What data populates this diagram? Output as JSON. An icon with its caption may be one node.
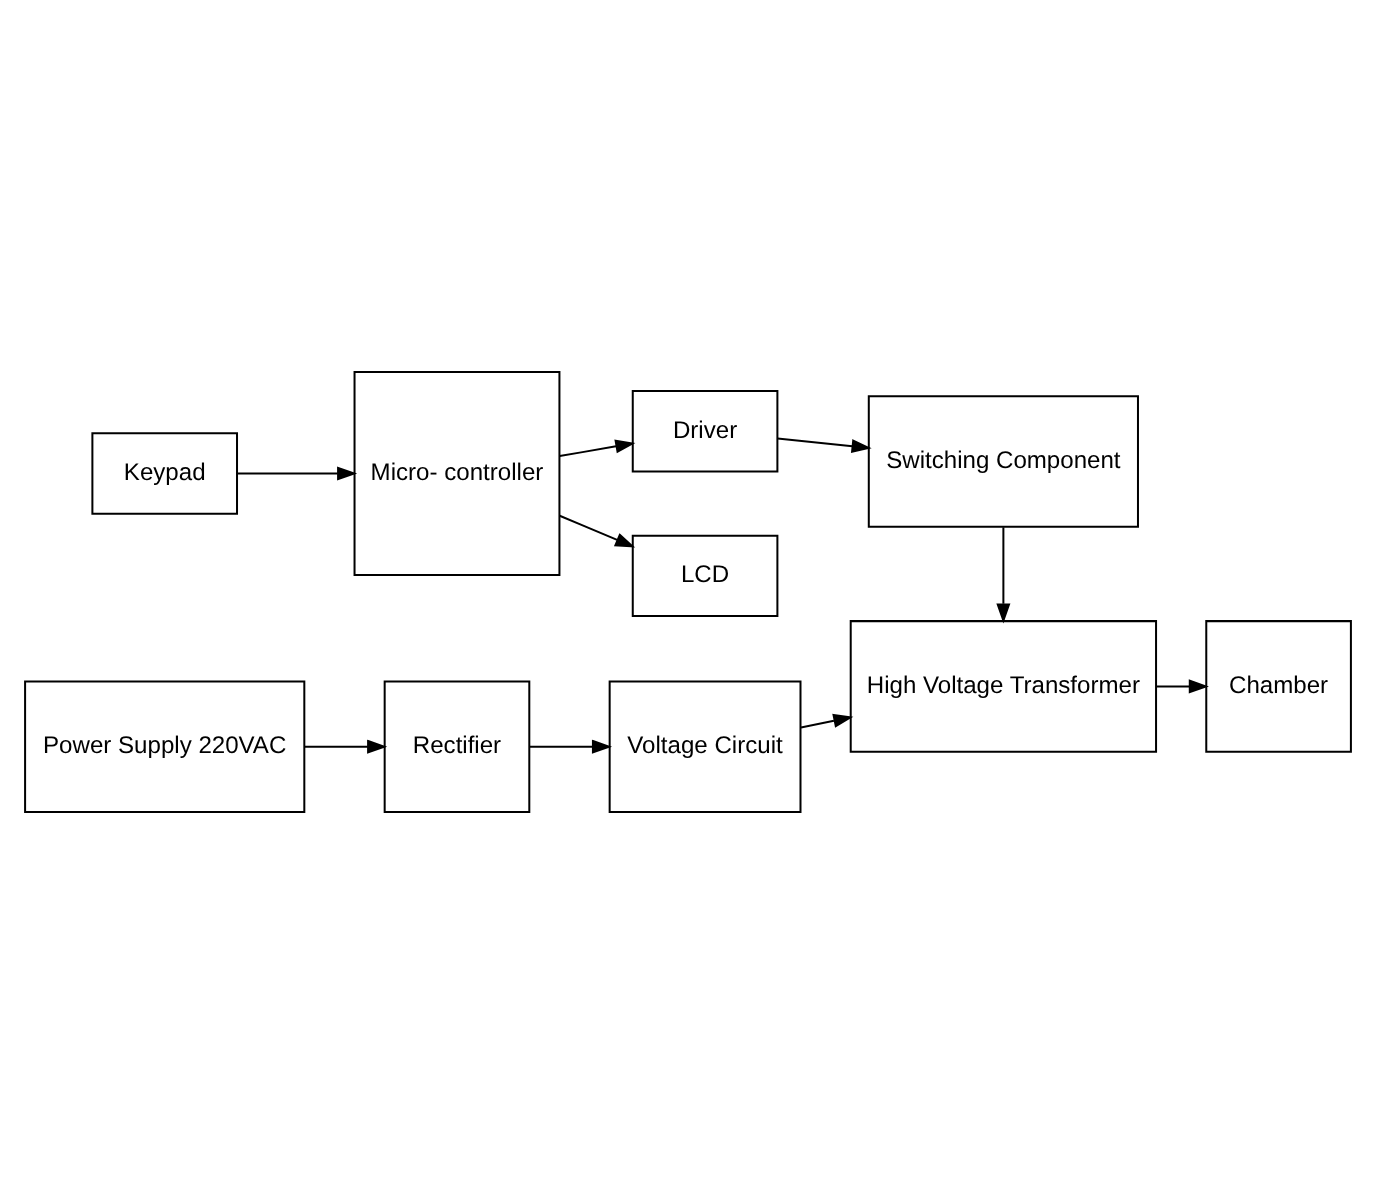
{
  "diagram": {
    "nodes": [
      {
        "text": [
          "Power Supply 220VAC"
        ]
      },
      {
        "text": [
          "Rectifier"
        ]
      },
      {
        "text": [
          "Voltage Circuit"
        ]
      },
      {
        "text": [
          "High Voltage Transformer"
        ]
      },
      {
        "text": [
          "Chamber"
        ]
      },
      {
        "text": [
          "Keypad"
        ]
      },
      {
        "text": [
          "Micro- controller"
        ]
      },
      {
        "text": [
          "Driver"
        ]
      },
      {
        "text": [
          "Switching Component"
        ]
      },
      {
        "text": [
          "LCD"
        ]
      }
    ],
    "edges": [
      {
        "from": 0,
        "to": 1,
        "arrow": "to"
      },
      {
        "from": 1,
        "to": 2,
        "arrow": "to"
      },
      {
        "from": 2,
        "to": 3,
        "arrow": "to"
      },
      {
        "from": 3,
        "to": 4,
        "arrow": "to"
      },
      {
        "from": 8,
        "to": 3,
        "arrow": "to"
      },
      {
        "from": 5,
        "to": 6,
        "arrow": "to"
      },
      {
        "from": 6,
        "to": 7,
        "arrow": "to"
      },
      {
        "from": 6,
        "to": 9,
        "arrow": "to"
      },
      {
        "from": 7,
        "to": 8,
        "arrow": "to"
      }
    ]
  }
}
